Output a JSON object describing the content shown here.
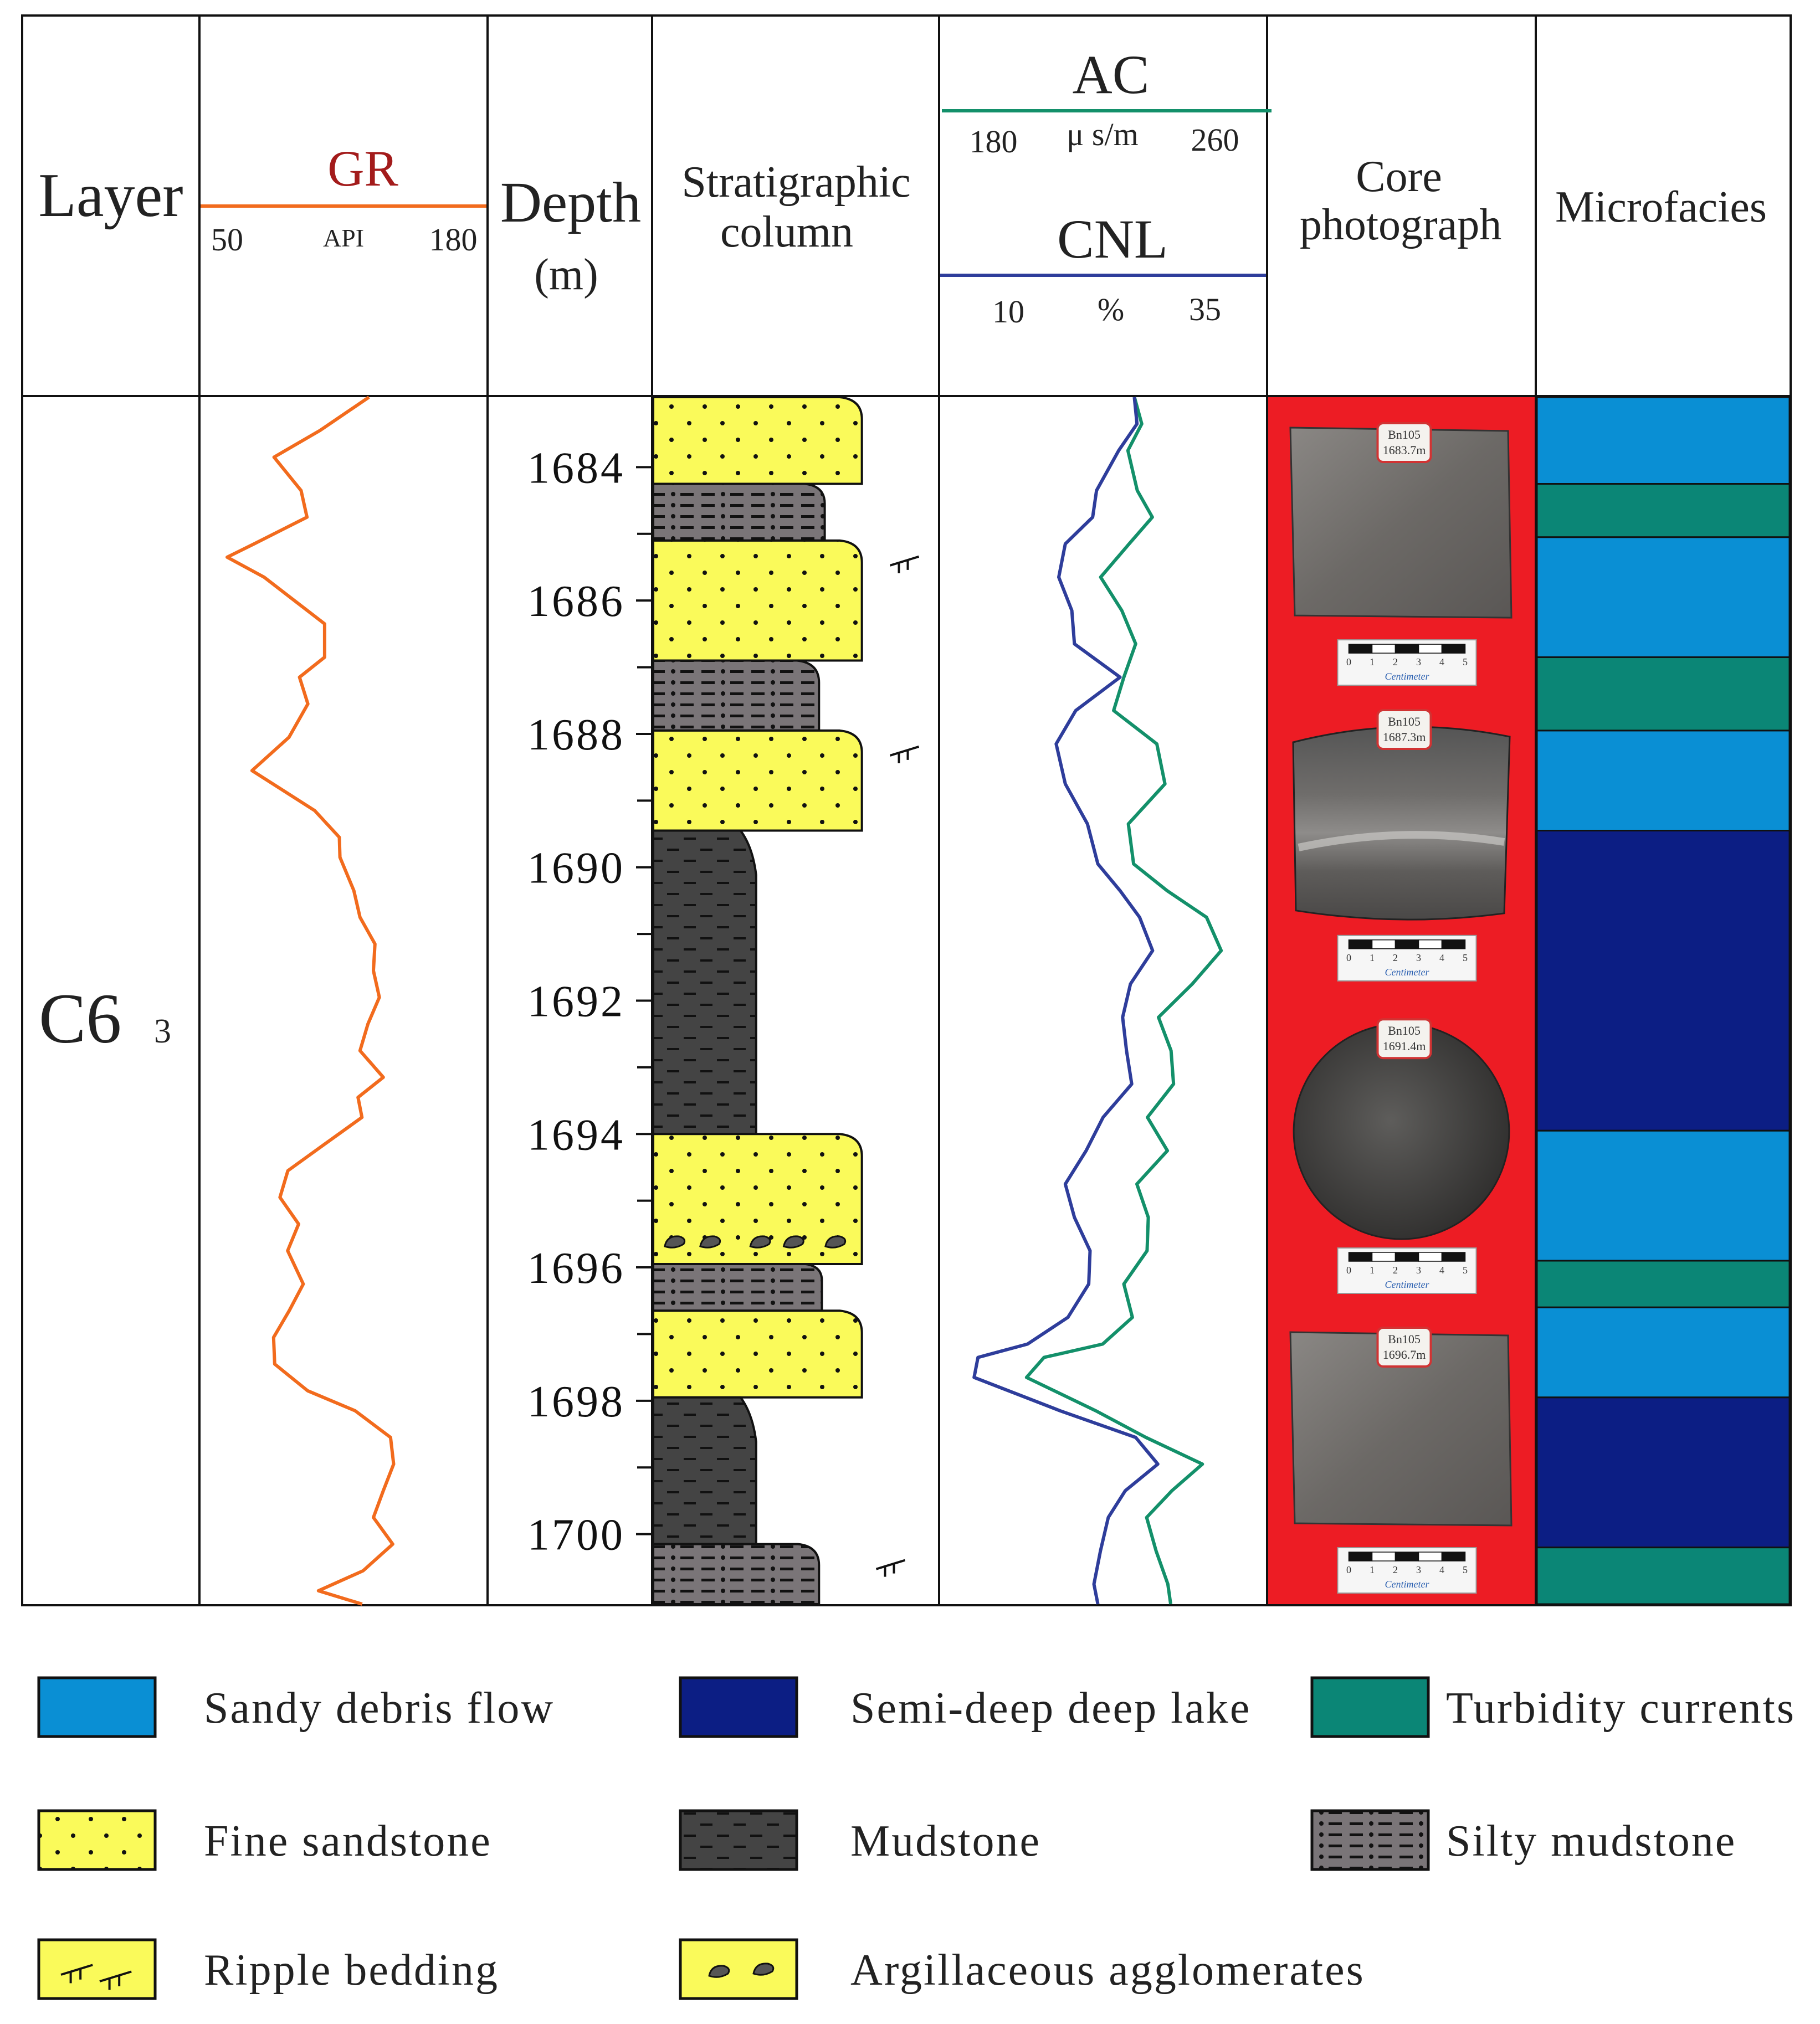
{
  "header": {
    "layer": "Layer",
    "gr": {
      "name": "GR",
      "min": "50",
      "unit": "API",
      "max": "180",
      "color": "#f26b1d"
    },
    "depth": {
      "title": "Depth",
      "unit": "(m)"
    },
    "strat": {
      "line1": "Stratigraphic",
      "line2": "column"
    },
    "ac": {
      "name": "AC",
      "min": "180",
      "unit": "μ s/m",
      "max": "260",
      "color": "#13906a"
    },
    "cnl": {
      "name": "CNL",
      "min": "10",
      "unit": "%",
      "max": "35",
      "color": "#2e3d9b"
    },
    "core": {
      "line1": "Core",
      "line2": "photograph"
    },
    "micro": "Microfacies"
  },
  "layer_name": {
    "main": "C6",
    "sub": "3"
  },
  "depth_ticks": [
    "1684",
    "1686",
    "1688",
    "1690",
    "1692",
    "1694",
    "1696",
    "1698",
    "1700"
  ],
  "depth_range": [
    1682.95,
    1701.05
  ],
  "logs": {
    "gr": {
      "xlim": [
        50,
        180
      ],
      "depths": [
        1682.95,
        1683.45,
        1683.85,
        1684.35,
        1684.75,
        1685.15,
        1685.35,
        1685.65,
        1686.35,
        1686.85,
        1687.15,
        1687.55,
        1688.05,
        1688.55,
        1689.15,
        1689.55,
        1689.85,
        1690.35,
        1690.75,
        1691.15,
        1691.55,
        1691.95,
        1692.35,
        1692.75,
        1693.15,
        1693.45,
        1693.75,
        1694.15,
        1694.55,
        1694.95,
        1695.35,
        1695.75,
        1696.25,
        1696.65,
        1697.05,
        1697.45,
        1697.85,
        1698.15,
        1698.55,
        1698.95,
        1699.35,
        1699.75,
        1700.15,
        1700.55,
        1700.85,
        1701.05
      ],
      "values": [
        126.6,
        104.3,
        83.4,
        95.7,
        98.4,
        74.3,
        62.1,
        78.9,
        106.4,
        106.4,
        95.0,
        98.8,
        90.2,
        73.4,
        101.9,
        113.1,
        113.4,
        119.7,
        122.5,
        129.3,
        128.6,
        131.3,
        126.1,
        122.5,
        133.1,
        121.6,
        123.4,
        106.5,
        89.7,
        86.1,
        94.6,
        89.6,
        96.7,
        90.3,
        83.2,
        83.7,
        98.7,
        120.3,
        136.4,
        137.8,
        133.1,
        128.6,
        137.4,
        123.9,
        103.6,
        123.5
      ]
    },
    "ac": {
      "xlim": [
        180,
        260
      ],
      "depths": [
        1682.95,
        1683.35,
        1683.75,
        1684.35,
        1684.75,
        1685.15,
        1685.65,
        1686.15,
        1686.65,
        1687.15,
        1687.65,
        1688.15,
        1688.75,
        1689.35,
        1689.95,
        1690.35,
        1690.75,
        1691.25,
        1691.75,
        1692.25,
        1692.75,
        1693.25,
        1693.75,
        1694.25,
        1694.75,
        1695.25,
        1695.75,
        1696.25,
        1696.75,
        1697.15,
        1697.35,
        1697.65,
        1698.15,
        1698.55,
        1698.95,
        1699.35,
        1699.75,
        1700.25,
        1700.75,
        1701.05
      ],
      "values": [
        227.7,
        229.5,
        226.1,
        228.4,
        232.1,
        226.4,
        219.4,
        224.6,
        228.0,
        225.1,
        222.6,
        233.2,
        235.2,
        226.2,
        227.5,
        235.7,
        245.4,
        249.0,
        241.9,
        233.6,
        236.7,
        237.3,
        230.9,
        235.8,
        228.3,
        231.1,
        230.8,
        225.1,
        227.2,
        219.9,
        205.5,
        201.2,
        218.2,
        230.5,
        244.4,
        236.9,
        230.7,
        233.0,
        235.9,
        236.6
      ]
    },
    "cnl": {
      "xlim": [
        10,
        35
      ],
      "depths": [
        1682.95,
        1683.35,
        1683.75,
        1684.35,
        1684.75,
        1685.15,
        1685.65,
        1686.15,
        1686.65,
        1687.15,
        1687.65,
        1688.15,
        1688.75,
        1689.35,
        1689.95,
        1690.35,
        1690.75,
        1691.25,
        1691.75,
        1692.25,
        1692.75,
        1693.25,
        1693.75,
        1694.25,
        1694.75,
        1695.25,
        1695.75,
        1696.25,
        1696.75,
        1697.15,
        1697.35,
        1697.65,
        1698.15,
        1698.55,
        1698.95,
        1699.35,
        1699.75,
        1700.25,
        1700.75,
        1701.05
      ],
      "values": [
        24.9,
        25.1,
        23.7,
        22.0,
        21.7,
        19.6,
        19.1,
        20.1,
        20.3,
        23.8,
        20.4,
        18.9,
        19.6,
        21.3,
        22.1,
        23.8,
        25.3,
        26.3,
        24.6,
        24.0,
        24.3,
        24.7,
        22.5,
        21.2,
        19.6,
        20.3,
        21.5,
        21.4,
        19.8,
        16.7,
        12.9,
        12.6,
        19.2,
        25.0,
        26.7,
        24.2,
        22.9,
        22.3,
        21.8,
        22.1
      ]
    }
  },
  "lithology": [
    {
      "top": 1682.95,
      "base": 1684.25,
      "type": "fine-sandstone",
      "width": 0.73
    },
    {
      "top": 1684.25,
      "base": 1685.1,
      "type": "silty-mudstone",
      "width": 0.6
    },
    {
      "top": 1685.1,
      "base": 1686.9,
      "type": "fine-sandstone",
      "width": 0.73,
      "ripple": true
    },
    {
      "top": 1686.9,
      "base": 1687.95,
      "type": "silty-mudstone",
      "width": 0.58
    },
    {
      "top": 1687.95,
      "base": 1689.45,
      "type": "fine-sandstone",
      "width": 0.73,
      "ripple": true
    },
    {
      "top": 1689.45,
      "base": 1694.0,
      "type": "mudstone",
      "width": 0.36
    },
    {
      "top": 1694.0,
      "base": 1695.95,
      "type": "fine-sandstone",
      "width": 0.73,
      "agglomerates": true
    },
    {
      "top": 1695.95,
      "base": 1696.65,
      "type": "silty-mudstone",
      "width": 0.59
    },
    {
      "top": 1696.65,
      "base": 1697.95,
      "type": "fine-sandstone",
      "width": 0.73
    },
    {
      "top": 1697.95,
      "base": 1700.15,
      "type": "mudstone",
      "width": 0.36
    },
    {
      "top": 1700.15,
      "base": 1701.05,
      "type": "silty-mudstone",
      "width": 0.58,
      "ripple": true
    }
  ],
  "microfacies": [
    {
      "top": 1682.95,
      "base": 1684.25,
      "facies": "sandy-debris-flow"
    },
    {
      "top": 1684.25,
      "base": 1685.05,
      "facies": "turbidity-currents"
    },
    {
      "top": 1685.05,
      "base": 1686.85,
      "facies": "sandy-debris-flow"
    },
    {
      "top": 1686.85,
      "base": 1687.95,
      "facies": "turbidity-currents"
    },
    {
      "top": 1687.95,
      "base": 1689.45,
      "facies": "sandy-debris-flow"
    },
    {
      "top": 1689.45,
      "base": 1693.95,
      "facies": "semi-deep-deep-lake"
    },
    {
      "top": 1693.95,
      "base": 1695.9,
      "facies": "sandy-debris-flow"
    },
    {
      "top": 1695.9,
      "base": 1696.6,
      "facies": "turbidity-currents"
    },
    {
      "top": 1696.6,
      "base": 1697.95,
      "facies": "sandy-debris-flow"
    },
    {
      "top": 1697.95,
      "base": 1700.2,
      "facies": "semi-deep-deep-lake"
    },
    {
      "top": 1700.2,
      "base": 1701.05,
      "facies": "turbidity-currents"
    }
  ],
  "facies_colors": {
    "sandy-debris-flow": "#0a8fd4",
    "turbidity-currents": "#0b8676",
    "semi-deep-deep-lake": "#0c1e84"
  },
  "lith_colors": {
    "sand": "#fafa5a",
    "silty": "#7a7578",
    "mud": "#444444"
  },
  "core_photos": [
    {
      "shape": "square",
      "label_line1": "Bn105",
      "label_line2": "1683.7m",
      "scale": "Centimeter",
      "ticks": [
        "0",
        "1",
        "2",
        "3",
        "4",
        "5"
      ]
    },
    {
      "shape": "cylinder",
      "label_line1": "Bn105",
      "label_line2": "1687.3m",
      "scale": "Centimeter",
      "ticks": [
        "0",
        "1",
        "2",
        "3",
        "4",
        "5"
      ]
    },
    {
      "shape": "disc",
      "label_line1": "Bn105",
      "label_line2": "1691.4m",
      "scale": "Centimeter",
      "ticks": [
        "0",
        "1",
        "2",
        "3",
        "4",
        "5"
      ]
    },
    {
      "shape": "square",
      "label_line1": "Bn105",
      "label_line2": "1696.7m",
      "scale": "Centimeter",
      "ticks": [
        "0",
        "1",
        "2",
        "3",
        "4",
        "5"
      ]
    }
  ],
  "legend": [
    {
      "key": "sandy-debris-flow",
      "label": "Sandy debris flow"
    },
    {
      "key": "semi-deep-deep-lake",
      "label": "Semi-deep deep lake"
    },
    {
      "key": "turbidity-currents",
      "label": "Turbidity currents"
    },
    {
      "key": "fine-sandstone",
      "label": "Fine sandstone"
    },
    {
      "key": "mudstone",
      "label": "Mudstone"
    },
    {
      "key": "silty-mudstone",
      "label": "Silty mudstone"
    },
    {
      "key": "ripple-bedding",
      "label": "Ripple bedding"
    },
    {
      "key": "argillaceous-agglomerates",
      "label": "Argillaceous agglomerates"
    }
  ]
}
